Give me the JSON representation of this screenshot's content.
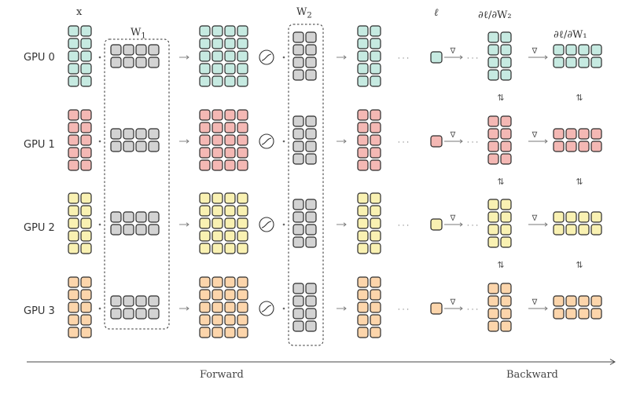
{
  "column_labels": {
    "x": "x",
    "w1": "W",
    "w1_sub": "1",
    "w2": "W",
    "w2_sub": "2",
    "loss": "ℓ",
    "grad_w2": "∂ℓ/∂W₂",
    "grad_w1": "∂ℓ/∂W₁"
  },
  "gpus": [
    {
      "label": "GPU 0",
      "color": "#c6eae1"
    },
    {
      "label": "GPU 1",
      "color": "#f4b8b4"
    },
    {
      "label": "GPU 2",
      "color": "#f9f1b2"
    },
    {
      "label": "GPU 3",
      "color": "#fcd5ab"
    }
  ],
  "weight_color": "#d3d3d3",
  "symbols": {
    "nabla": "∇",
    "dots": "· · ·",
    "times": "·",
    "arrow": "→",
    "sync": "⇅",
    "activation": "activation-icon"
  },
  "footer": {
    "forward": "Forward",
    "backward": "Backward"
  }
}
